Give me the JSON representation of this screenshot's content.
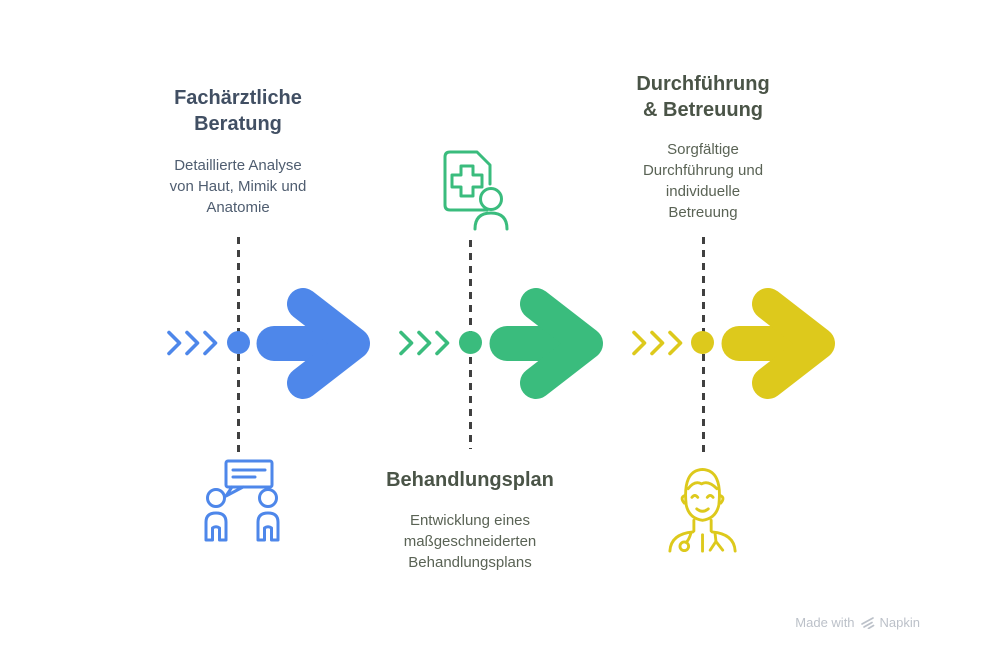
{
  "diagram": {
    "type": "process-flow-timeline",
    "steps": [
      {
        "title": "Fachärztliche\nBeratung",
        "description": "Detaillierte Analyse\nvon Haut, Mimik und\nAnatomie",
        "icon": "people-conversation-icon",
        "color": "#4e87ea"
      },
      {
        "title": "Behandlungsplan",
        "description": "Entwicklung eines\nmaßgeschneiderten\nBehandlungsplans",
        "icon": "medical-document-patient-icon",
        "color": "#3abc7d"
      },
      {
        "title": "Durchführung\n& Betreuung",
        "description": "Sorgfältige\nDurchführung und\nindividuelle\nBetreuung",
        "icon": "doctor-face-icon",
        "color": "#ddc91c"
      }
    ],
    "footer": {
      "prefix": "Made with",
      "brand": "Napkin"
    }
  },
  "theme": {
    "background": "#ffffff",
    "step1-color": "#4e87ea",
    "step2-color": "#3abc7d",
    "step3-color": "#ddc91c",
    "title1-color": "#414f63",
    "title2-color": "#4a5447",
    "title3-color": "#4a5447",
    "desc1-color": "#4f5d70",
    "desc2-color": "#5a6355",
    "desc3-color": "#5a6355",
    "dash-color": "#404040",
    "footer-color": "#bcc1c9"
  }
}
